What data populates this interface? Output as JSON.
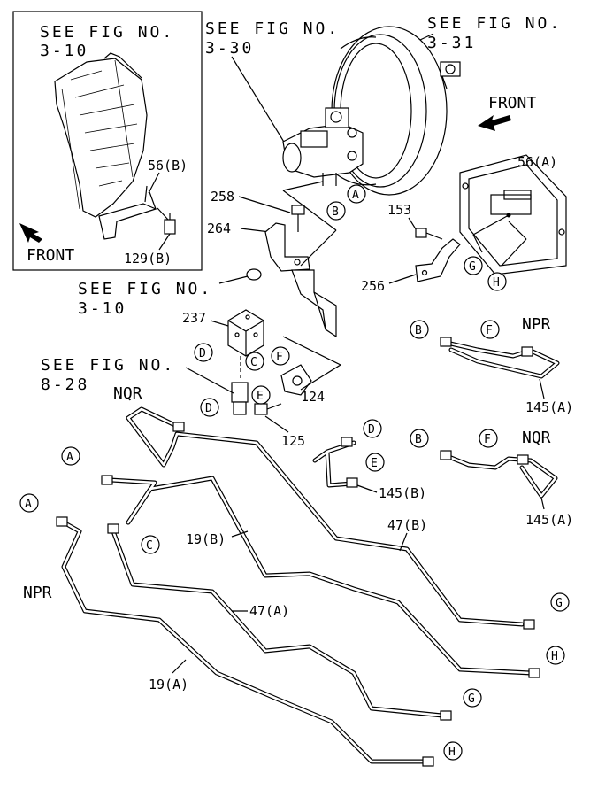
{
  "references": {
    "fig_3_10_inset": "SEE FIG NO.",
    "fig_3_10_inset_num": "3-10",
    "fig_3_30": "SEE FIG NO.",
    "fig_3_30_num": "3-30",
    "fig_3_31": "SEE FIG NO.",
    "fig_3_31_num": "3-31",
    "fig_3_10_main": "SEE FIG NO.",
    "fig_3_10_main_num": "3-10",
    "fig_8_28": "SEE FIG NO.",
    "fig_8_28_num": "8-28"
  },
  "inset": {
    "front_label": "FRONT",
    "part_56b": "56(B)",
    "part_129b": "129(B)"
  },
  "front_label_main": "FRONT",
  "parts": {
    "p258": "258",
    "p264": "264",
    "p237": "237",
    "p124": "124",
    "p125": "125",
    "p153": "153",
    "p256": "256",
    "p56a": "56(A)",
    "p145a_top": "145(A)",
    "p145a_bottom": "145(A)",
    "p145b": "145(B)",
    "p47b": "47(B)",
    "p47a": "47(A)",
    "p19b": "19(B)",
    "p19a": "19(A)"
  },
  "models": {
    "npr_top": "NPR",
    "nqr_right": "NQR",
    "nqr_left": "NQR",
    "npr_left": "NPR"
  },
  "circles": {
    "A": "A",
    "B": "B",
    "C": "C",
    "D": "D",
    "E": "E",
    "F": "F",
    "G": "G",
    "H": "H"
  }
}
